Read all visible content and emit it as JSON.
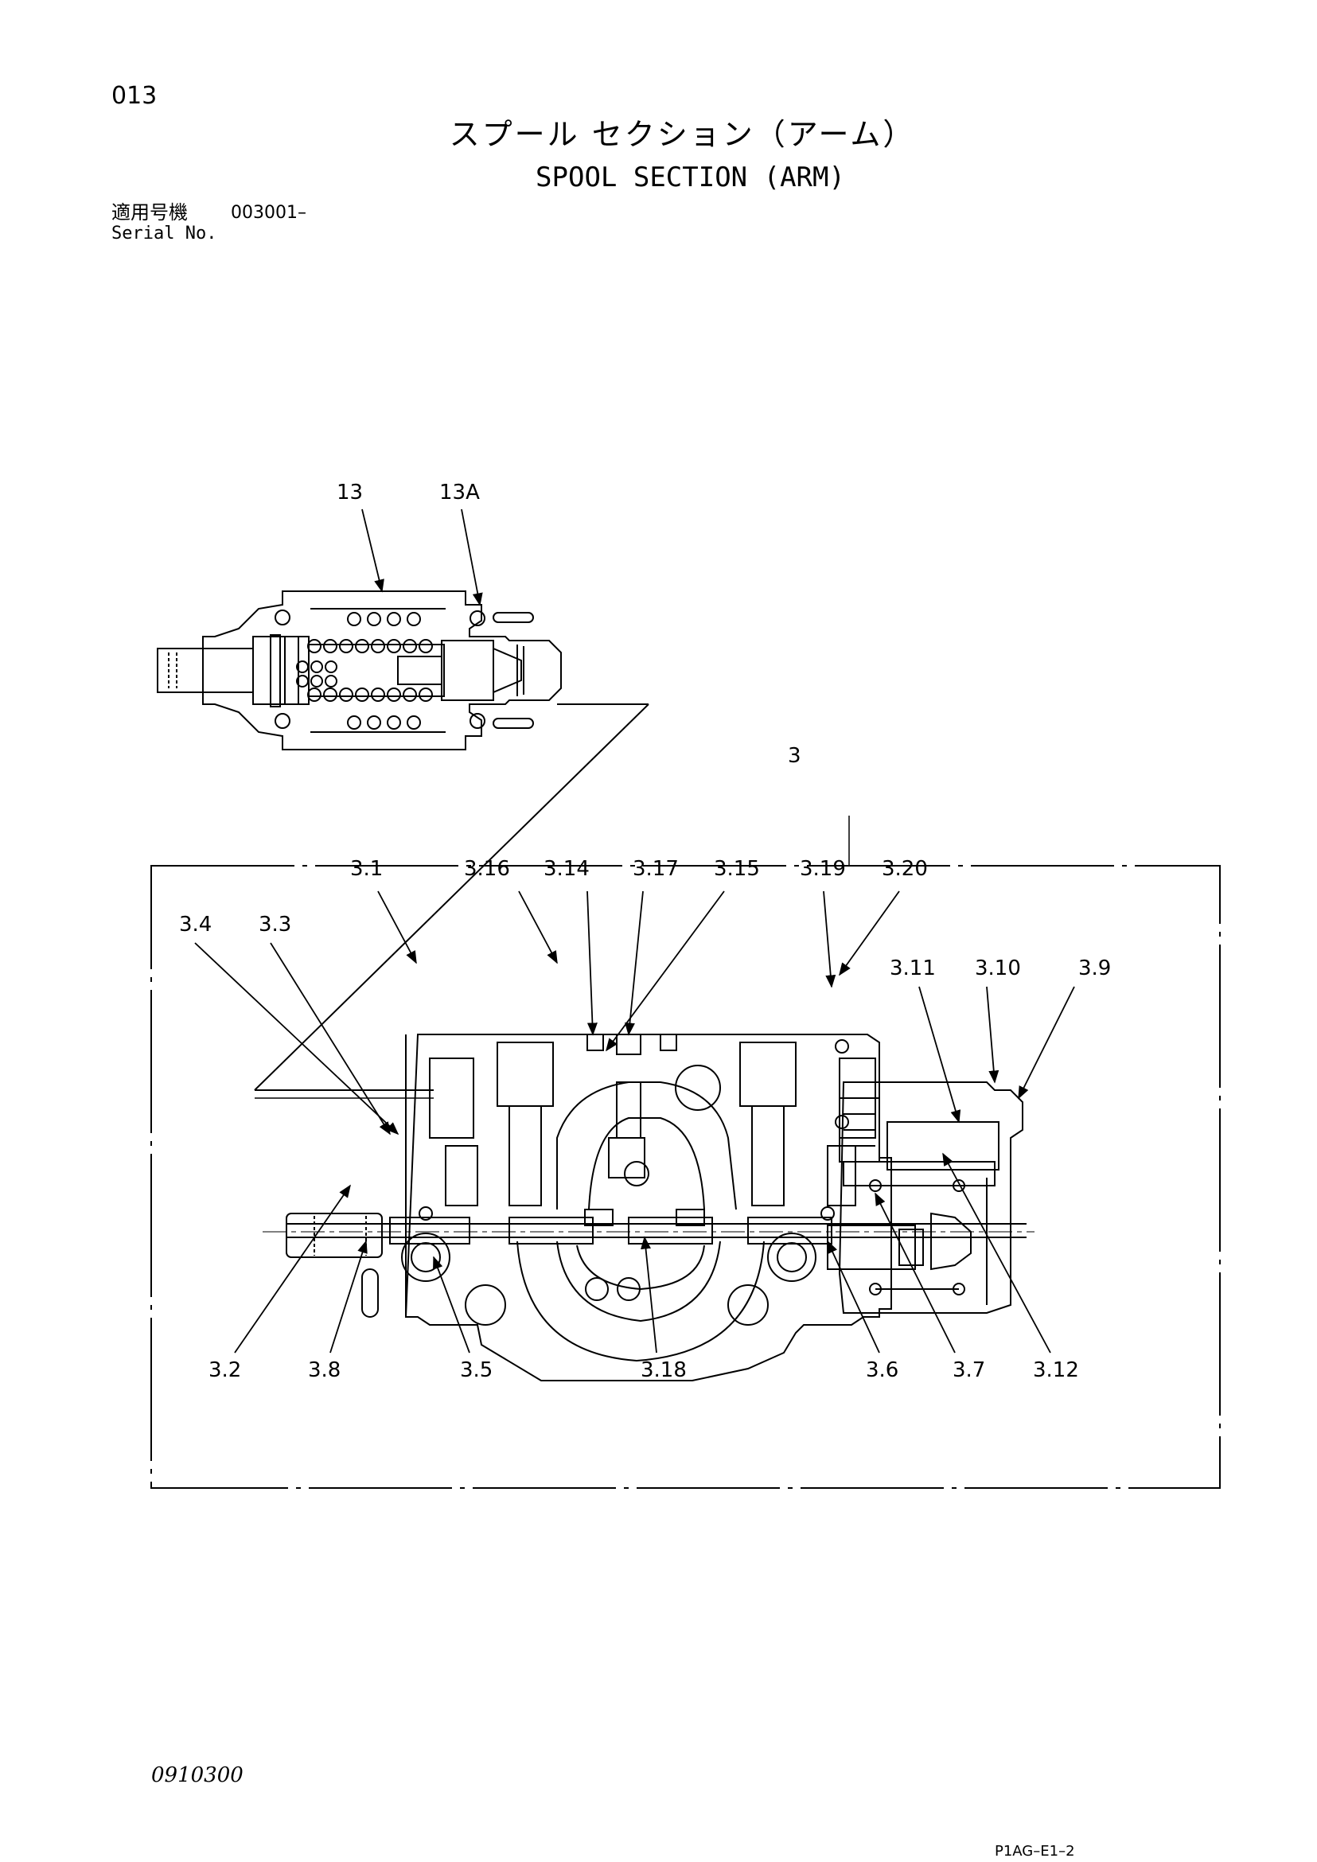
{
  "header": {
    "page_number": "013",
    "title_jp": "スプール セクション（アーム）",
    "title_en": "SPOOL SECTION (ARM)",
    "serial_label_jp": "適用号機",
    "serial_value": "003001–",
    "serial_label_en": "Serial No."
  },
  "footer": {
    "document_code": "0910300",
    "sheet_code": "P1AG–E1–2"
  },
  "callouts": {
    "c13": "13",
    "c13A": "13A",
    "c3": "3",
    "c3_1": "3.1",
    "c3_16": "3.16",
    "c3_14": "3.14",
    "c3_17": "3.17",
    "c3_15": "3.15",
    "c3_19": "3.19",
    "c3_20": "3.20",
    "c3_4": "3.4",
    "c3_3": "3.3",
    "c3_11": "3.11",
    "c3_10": "3.10",
    "c3_9": "3.9",
    "c3_2": "3.2",
    "c3_8": "3.8",
    "c3_5": "3.5",
    "c3_18": "3.18",
    "c3_6": "3.6",
    "c3_7": "3.7",
    "c3_12": "3.12"
  }
}
